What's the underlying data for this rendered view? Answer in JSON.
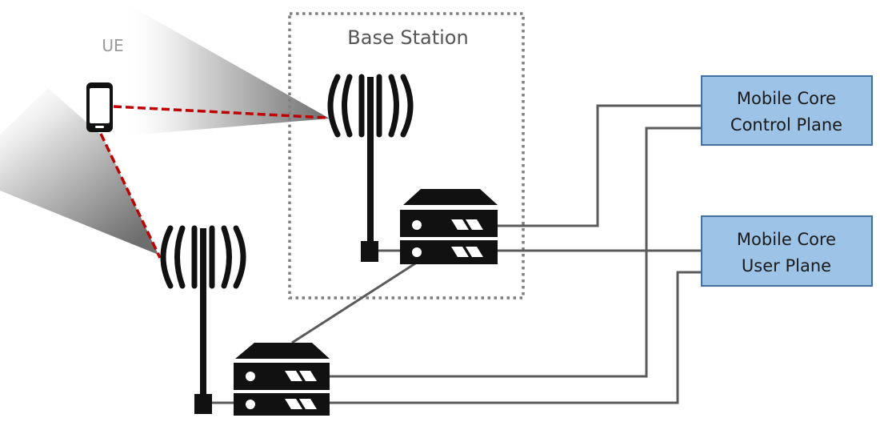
{
  "ue_label": "UE",
  "base_station_label": "Base Station",
  "control_plane": {
    "line1": "Mobile Core",
    "line2": "Control Plane"
  },
  "user_plane": {
    "line1": "Mobile Core",
    "line2": "User Plane"
  },
  "colors": {
    "core_box_fill": "#9dc3e6",
    "core_box_stroke": "#41719c",
    "radio_link": "#c00000",
    "wire": "#5a5a5a",
    "equipment": "#111111",
    "base_station_border": "#7f7f7f"
  },
  "icons": {
    "ue": "smartphone-icon",
    "antenna": "antenna-tower-icon",
    "server": "server-rack-icon"
  }
}
